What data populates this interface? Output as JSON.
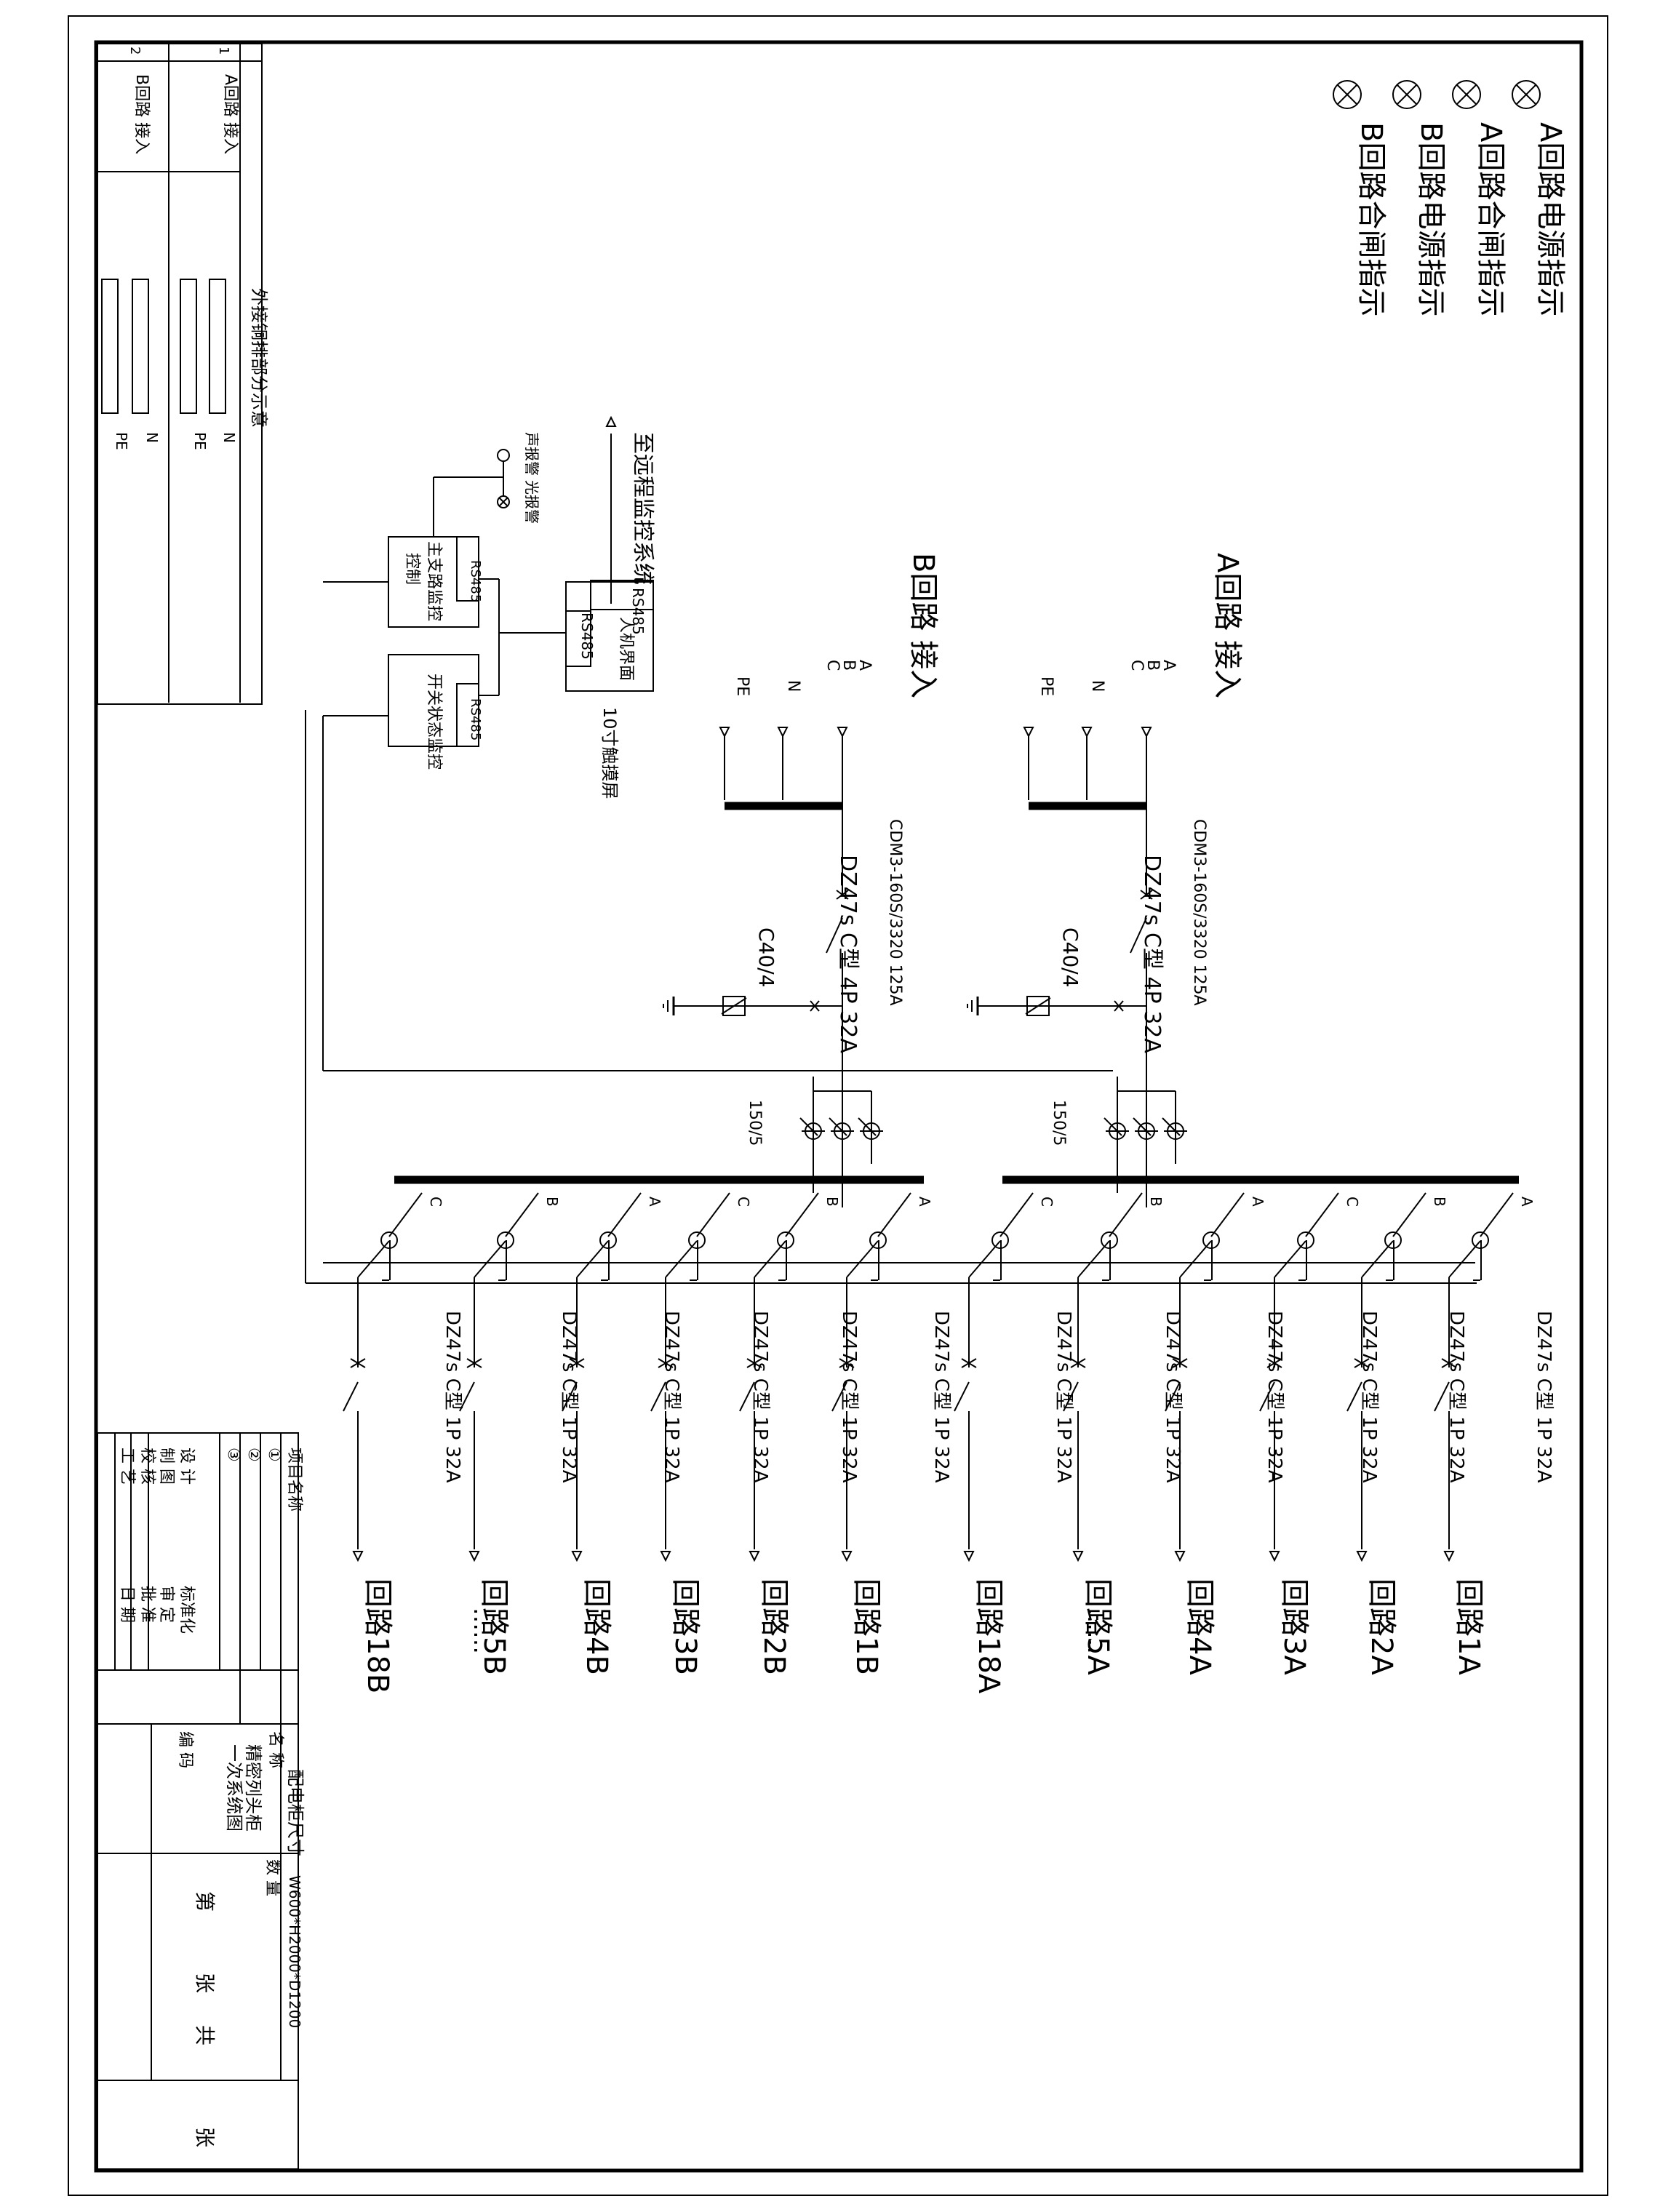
{
  "indicators": [
    {
      "label": "A回路电源指示"
    },
    {
      "label": "A回路合闸指示"
    },
    {
      "label": "B回路电源指示"
    },
    {
      "label": "B回路合闸指示"
    }
  ],
  "icons": {
    "indicator": "lamp-x-icon",
    "terminal": "open-triangle-terminal-icon",
    "ct": "current-transformer-icon"
  },
  "incoming": [
    {
      "title": "A回路 接入",
      "phases": [
        "A",
        "B",
        "C"
      ],
      "neutral": "N",
      "pe": "PE",
      "breaker": "CDM3-160S/3320 125A",
      "spd_breaker": "DZ47s C型 4P 32A",
      "spd": "C40/4",
      "ct_ratio": "150/5",
      "busbar_phases": [
        "A",
        "B",
        "C",
        "A",
        "B",
        "C"
      ],
      "outputs": [
        "回路1A",
        "回路2A",
        "回路3A",
        "回路4A",
        "回路5A",
        "回路18A"
      ],
      "ellipsis": "……"
    },
    {
      "title": "B回路 接入",
      "phases": [
        "A",
        "B",
        "C"
      ],
      "neutral": "N",
      "pe": "PE",
      "breaker": "CDM3-160S/3320 125A",
      "spd_breaker": "DZ47s C型 4P 32A",
      "spd": "C40/4",
      "ct_ratio": "150/5",
      "busbar_phases": [
        "A",
        "B",
        "C",
        "A",
        "B",
        "C"
      ],
      "outputs": [
        "回路1B",
        "回路2B",
        "回路3B",
        "回路4B",
        "回路5B",
        "回路18B"
      ],
      "ellipsis": "……"
    }
  ],
  "feeder_breaker": "DZ47s C型 1P 32A",
  "monitor": {
    "remote": "至远程监控系统",
    "hmi": "人机界面",
    "hmi_note": "10寸触摸屏",
    "rs485": "RS485",
    "branch_monitor": "主支路监控",
    "branch_monitor_2": "控制",
    "switch_monitor": "开关状态监控",
    "alarm_sound": "声报警",
    "alarm_light": "光报警"
  },
  "terminal_table": {
    "title": "外接铜排部分示意",
    "rows": [
      {
        "no": "1",
        "name": "A回路 接入",
        "labels": [
          "N",
          "PE"
        ]
      },
      {
        "no": "2",
        "name": "B回路 接入",
        "labels": [
          "N",
          "PE"
        ]
      }
    ]
  },
  "title_block": {
    "project": "项目名称",
    "rev1": "①",
    "rev2": "②",
    "rev3": "③",
    "design": "设  计",
    "draw": "制  图",
    "check": "校  核",
    "process": "工  艺",
    "standard": "标准化",
    "review": "审  定",
    "approve": "批  准",
    "date": "日  期",
    "name_label": "名  称",
    "code_label": "编  码",
    "dwg_name_1": "精密列头柜",
    "dwg_name_2": "一次系统图",
    "size_label": "配电柜尺寸",
    "size": "W600*H2000*D1200",
    "qty": "数  量",
    "sheet_1": "第",
    "sheet_2": "张",
    "sheet_3": "共",
    "sheet_4": "张"
  }
}
